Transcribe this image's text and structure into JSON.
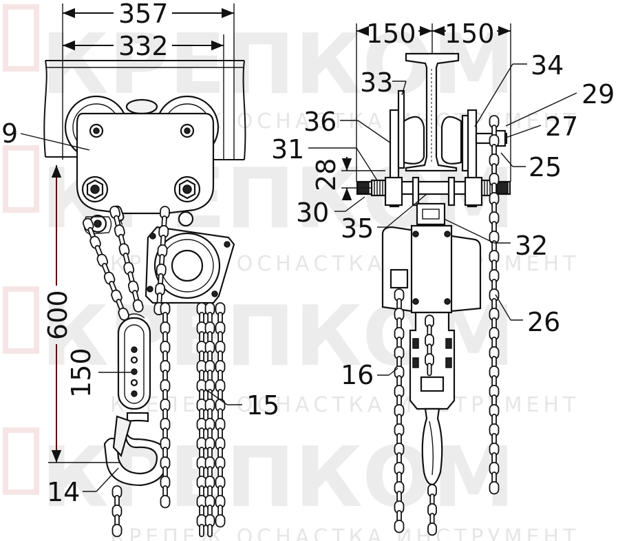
{
  "watermark": {
    "brand": "КРЕПКОМ",
    "tagline": "КРЕПЕЖ ОСНАСТКА ИНСТРУМЕНТ",
    "color": "#ececec"
  },
  "dimensions": {
    "d357": "357",
    "d332": "332",
    "d600": "600",
    "d150_hook": "150",
    "d150_left": "150",
    "d150_right": "150",
    "d28": "28"
  },
  "callouts": {
    "p9": "9",
    "p14": "14",
    "p15": "15",
    "p16": "16",
    "p25": "25",
    "p26": "26",
    "p27": "27",
    "p29": "29",
    "p30": "30",
    "p31": "31",
    "p32": "32",
    "p33": "33",
    "p34": "34",
    "p35": "35",
    "p36": "36"
  },
  "colors": {
    "line": "#111111",
    "dimension_accent": "#5a0a0a"
  }
}
